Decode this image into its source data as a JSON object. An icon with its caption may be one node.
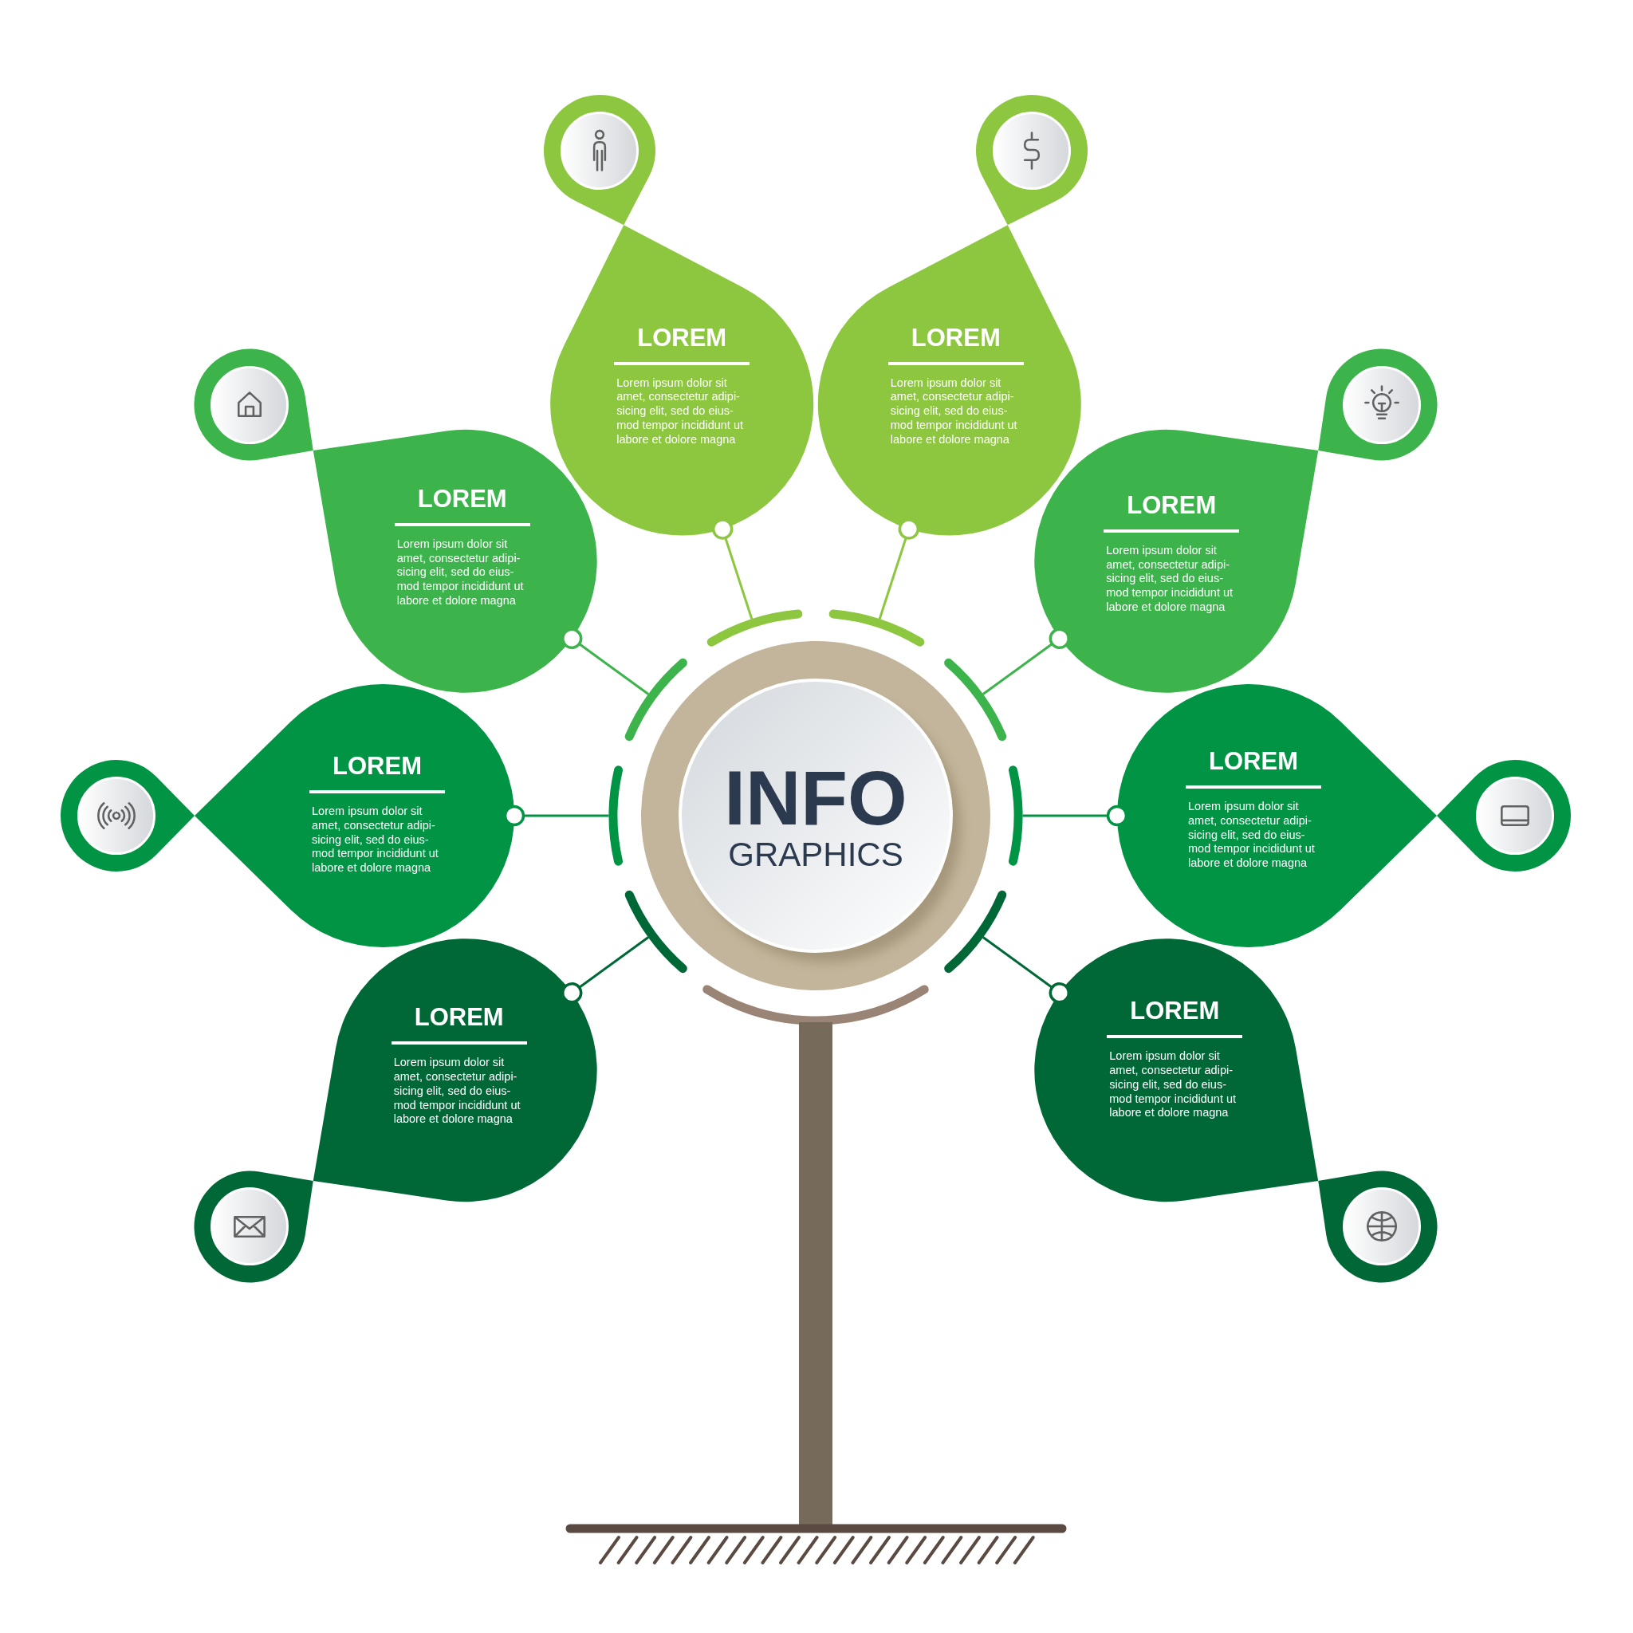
{
  "diagram": {
    "nodes": [
      {
        "text": [
          "INFO",
          "GRAPHICS"
        ]
      },
      {
        "text": [
          "LOREM",
          "Lorem ipsum dolor sit amet, consectetur adipi- sicing elit, sed do eius- mod tempor incididunt ut labore et dolore magna"
        ]
      },
      {
        "text": [
          "LOREM",
          "Lorem ipsum dolor sit amet, consectetur adipi- sicing elit, sed do eius- mod tempor incididunt ut labore et dolore magna"
        ]
      },
      {
        "text": [
          "LOREM",
          "Lorem ipsum dolor sit amet, consectetur adipi- sicing elit, sed do eius- mod tempor incididunt ut labore et dolore magna"
        ]
      },
      {
        "text": [
          "LOREM",
          "Lorem ipsum dolor sit amet, consectetur adipi- sicing elit, sed do eius- mod tempor incididunt ut labore et dolore magna"
        ]
      },
      {
        "text": [
          "LOREM",
          "Lorem ipsum dolor sit amet, consectetur adipi- sicing elit, sed do eius- mod tempor incididunt ut labore et dolore magna"
        ]
      },
      {
        "text": [
          "LOREM",
          "Lorem ipsum dolor sit amet, consectetur adipi- sicing elit, sed do eius- mod tempor incididunt ut labore et dolore magna"
        ]
      },
      {
        "text": [
          "LOREM",
          "Lorem ipsum dolor sit amet, consectetur adipi- sicing elit, sed do eius- mod tempor incididunt ut labore et dolore magna"
        ]
      },
      {
        "text": [
          "LOREM",
          "Lorem ipsum dolor sit amet, consectetur adipi- sicing elit, sed do eius- mod tempor incididunt ut labore et dolore magna"
        ]
      }
    ],
    "edges": [
      {
        "from": 0,
        "to": 1,
        "arrow": "other",
        "color": "#8dc63f"
      },
      {
        "from": 0,
        "to": 2,
        "arrow": "other",
        "color": "#8dc63f"
      },
      {
        "from": 0,
        "to": 3,
        "arrow": "other",
        "color": "#3cb44b"
      },
      {
        "from": 0,
        "to": 4,
        "arrow": "other",
        "color": "#3cb44b"
      },
      {
        "from": 0,
        "to": 5,
        "arrow": "other",
        "color": "#009444"
      },
      {
        "from": 0,
        "to": 6,
        "arrow": "other",
        "color": "#009444"
      },
      {
        "from": 0,
        "to": 7,
        "arrow": "other",
        "color": "#006837"
      },
      {
        "from": 0,
        "to": 8,
        "arrow": "other",
        "color": "#006837"
      }
    ]
  }
}
